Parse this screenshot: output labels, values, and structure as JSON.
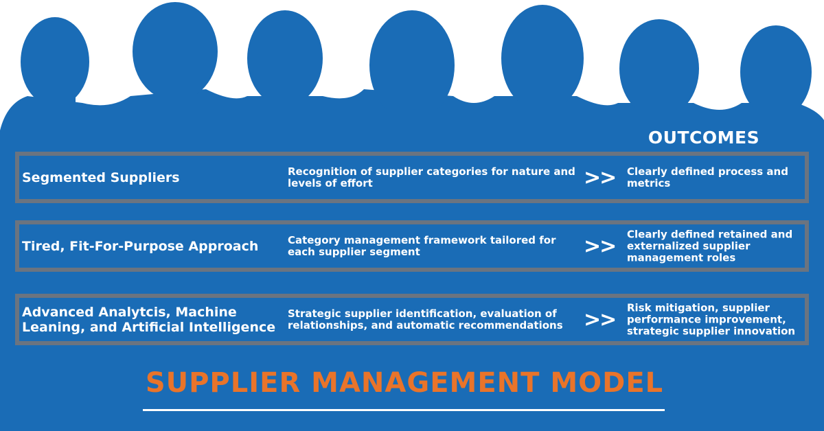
{
  "outcomes_heading": "OUTCOMES",
  "rows": [
    {
      "label": "Segmented Suppliers",
      "description": "Recognition of supplier categories for nature and levels of effort",
      "arrow": ">>",
      "outcome": "Clearly defined process and metrics"
    },
    {
      "label": "Tired, Fit-For-Purpose Approach",
      "description": "Category management framework tailored for each supplier segment",
      "arrow": ">>",
      "outcome": "Clearly defined retained and externalized supplier management roles"
    },
    {
      "label": "Advanced Analytcis, Machine Leaning, and Artificial Intelligence",
      "description": "Strategic supplier identification, evaluation of relationships, and automatic recommendations",
      "arrow": ">>",
      "outcome": "Risk mitigation, supplier performance improvement, strategic supplier innovation"
    }
  ],
  "title": "SUPPLIER MANAGEMENT MODEL",
  "colors": {
    "background": "#1a6cb6",
    "border": "#6b7480",
    "title": "#e9742a"
  }
}
